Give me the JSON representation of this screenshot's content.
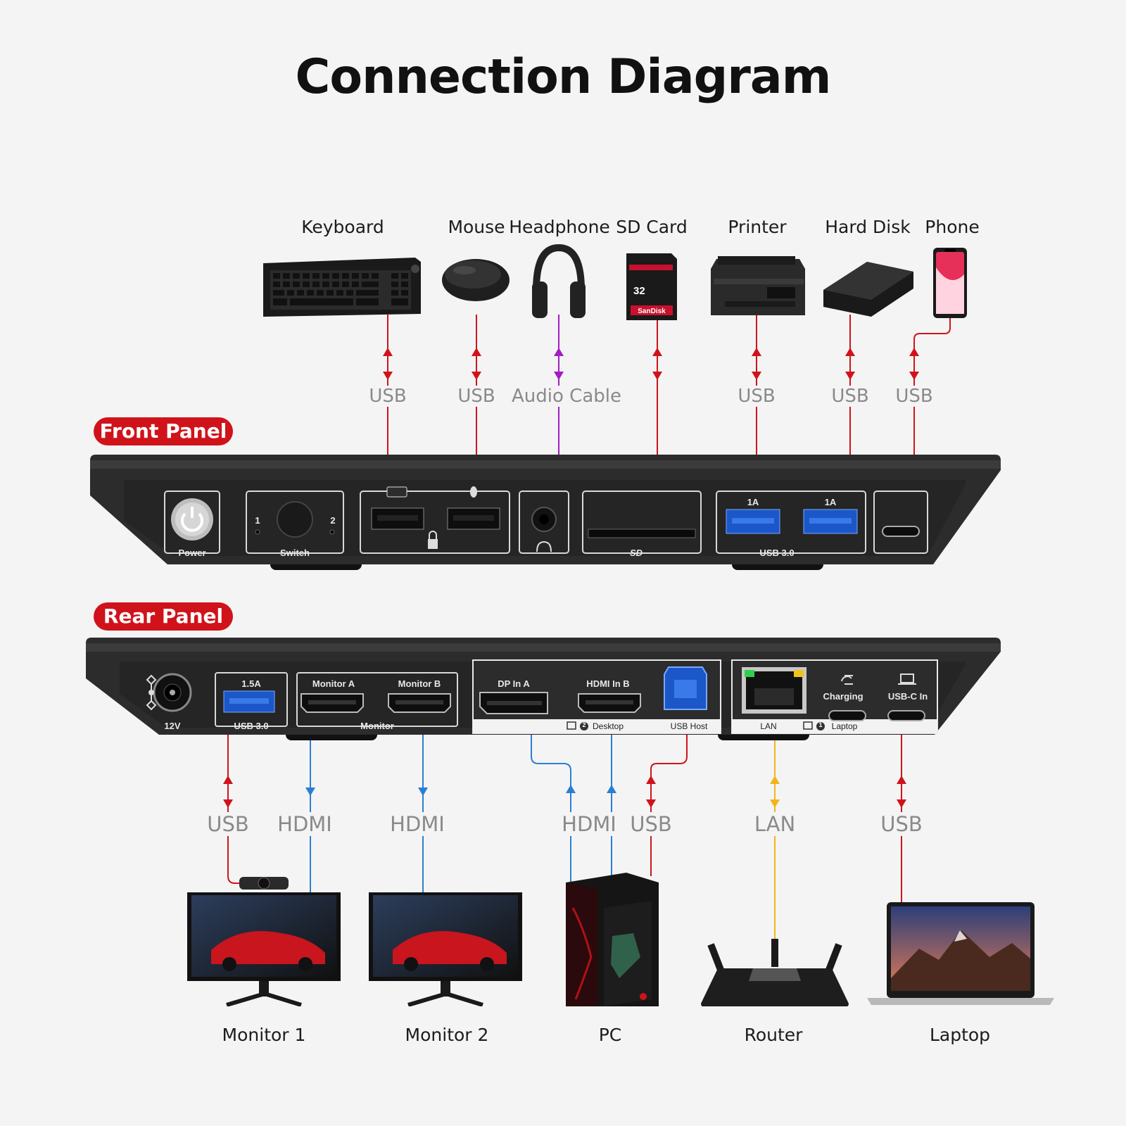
{
  "title": "Connection Diagram",
  "panels": {
    "front": "Front Panel",
    "rear": "Rear Panel"
  },
  "front_devices": {
    "keyboard": "Keyboard",
    "mouse": "Mouse",
    "headphone": "Headphone",
    "sd_card": "SD Card",
    "printer": "Printer",
    "hard_disk": "Hard Disk",
    "phone": "Phone"
  },
  "front_cables": {
    "keyboard": "USB",
    "mouse": "USB",
    "headphone": "Audio Cable",
    "printer": "USB",
    "hard_disk": "USB",
    "phone": "USB"
  },
  "front_ports": {
    "power": "Power",
    "switch": "Switch",
    "switch_1": "1",
    "switch_2": "2",
    "usb_1a_left": "1A",
    "usb_1a_right": "1A",
    "usb30": "USB 3.0",
    "sd_logo": "SD"
  },
  "rear_ports": {
    "dc": "12V",
    "usb_15a": "1.5A",
    "usb30": "USB 3.0",
    "monitor_a": "Monitor A",
    "monitor_b": "Monitor B",
    "monitor": "Monitor",
    "dp_in_a": "DP In A",
    "hdmi_in_b": "HDMI In B",
    "desktop": "Desktop",
    "usb_host": "USB Host",
    "lan": "LAN",
    "laptop": "Laptop",
    "charging": "Charging",
    "usbc_in": "USB-C In",
    "num_2": "2",
    "num_1": "1"
  },
  "rear_cables": {
    "webcam_usb": "USB",
    "hdmi_1": "HDMI",
    "hdmi_2": "HDMI",
    "pc_hdmi": "HDMI",
    "pc_usb": "USB",
    "lan": "LAN",
    "laptop_usb": "USB"
  },
  "rear_devices": {
    "monitor_1": "Monitor 1",
    "monitor_2": "Monitor 2",
    "pc": "PC",
    "router": "Router",
    "laptop": "Laptop"
  },
  "device_texts": {
    "sd_capacity": "32",
    "sd_brand": "SanDisk"
  },
  "colors": {
    "usb": "#d0131b",
    "audio": "#a21dc4",
    "hdmi": "#2a7fd4",
    "lan": "#f2b51c",
    "tag": "#d0131b"
  }
}
